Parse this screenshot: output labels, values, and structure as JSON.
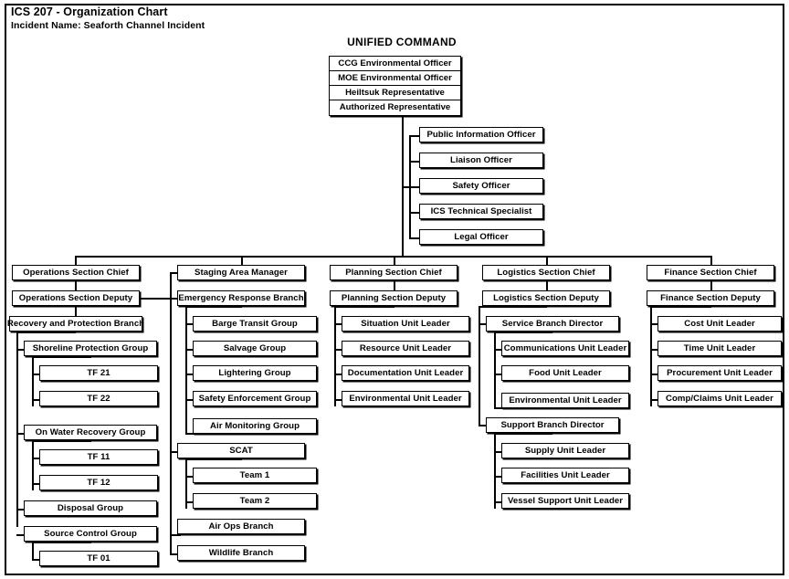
{
  "header": {
    "title": "ICS 207 - Organization Chart",
    "incident_label": "Incident Name: Seaforth Channel Incident"
  },
  "unified_command": {
    "title": "UNIFIED COMMAND",
    "members": [
      "CCG Environmental Officer",
      "MOE Environmental Officer",
      "Heiltsuk Representative",
      "Authorized Representative"
    ]
  },
  "command_staff": [
    "Public Information Officer",
    "Liaison Officer",
    "Safety Officer",
    "ICS Technical Specialist",
    "Legal Officer"
  ],
  "sections": {
    "operations": {
      "chief": "Operations Section Chief",
      "deputy": "Operations Section Deputy",
      "branch": "Recovery and Protection Branch",
      "groups": [
        "Shoreline Protection Group",
        "TF 21",
        "TF 22",
        "On Water Recovery Group",
        "TF 11",
        "TF 12",
        "Disposal Group",
        "Source Control Group",
        "TF 01"
      ]
    },
    "staging": {
      "manager": "Staging Area Manager",
      "branch": "Emergency Response Branch",
      "groups": [
        "Barge Transit Group",
        "Salvage Group",
        "Lightering Group",
        "Safety Enforcement Group",
        "Air Monitoring Group"
      ],
      "scat": "SCAT",
      "scat_teams": [
        "Team 1",
        "Team 2"
      ],
      "air_ops": "Air Ops Branch",
      "wildlife": "Wildlife Branch"
    },
    "planning": {
      "chief": "Planning Section Chief",
      "deputy": "Planning Section Deputy",
      "units": [
        "Situation Unit Leader",
        "Resource Unit Leader",
        "Documentation Unit Leader",
        "Environmental Unit Leader"
      ]
    },
    "logistics": {
      "chief": "Logistics Section Chief",
      "deputy": "Logistics Section Deputy",
      "service_branch": "Service Branch Director",
      "service_units": [
        "Communications Unit Leader",
        "Food Unit Leader",
        "Environmental Unit Leader"
      ],
      "support_branch": "Support Branch Director",
      "support_units": [
        "Supply Unit Leader",
        "Facilities Unit Leader",
        "Vessel Support Unit Leader"
      ]
    },
    "finance": {
      "chief": "Finance Section Chief",
      "deputy": "Finance Section Deputy",
      "units": [
        "Cost Unit Leader",
        "Time Unit Leader",
        "Procurement Unit Leader",
        "Comp/Claims Unit Leader"
      ]
    }
  },
  "colors": {
    "line": "#000000",
    "box_fill": "#ffffff",
    "page_bg": "#ffffff",
    "text": "#000000"
  }
}
